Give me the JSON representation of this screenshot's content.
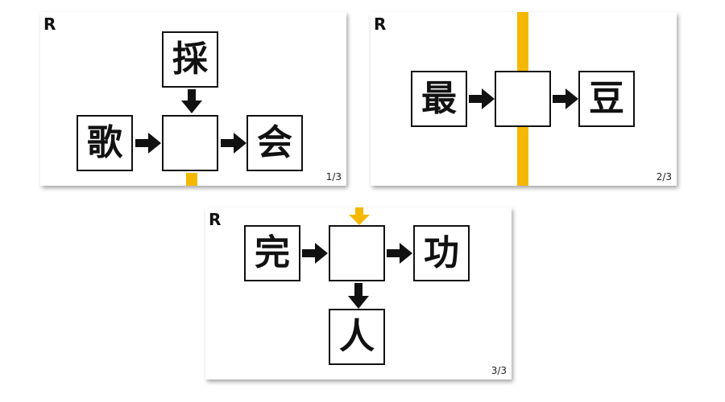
{
  "accent_color": "#f5b800",
  "puzzles": [
    {
      "corner_label": "R",
      "page_label": "1/3",
      "top": "採",
      "left": "歌",
      "center": "",
      "right": "会"
    },
    {
      "corner_label": "R",
      "page_label": "2/3",
      "left": "最",
      "center": "",
      "right": "豆"
    },
    {
      "corner_label": "R",
      "page_label": "3/3",
      "left": "完",
      "center": "",
      "right": "功",
      "bottom": "人"
    }
  ]
}
